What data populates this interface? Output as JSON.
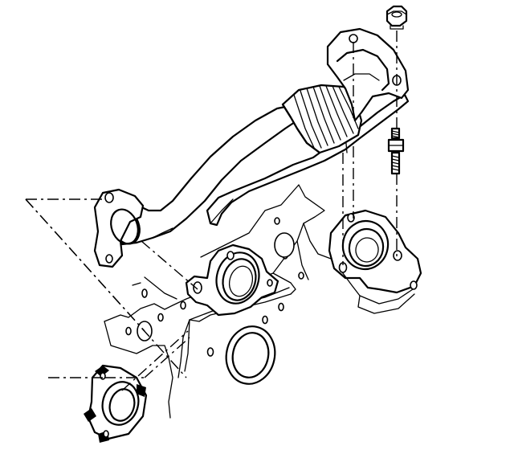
{
  "figure": {
    "kind": "exploded mechanical line drawing",
    "parts": [
      "crossover-pipe",
      "flex-bellows",
      "upper-mounting-flange",
      "left-pipe-flange",
      "heat-shield",
      "right-exhaust-manifold-outlet",
      "left-exhaust-manifold-outlet",
      "gasket",
      "engine-block-cover",
      "nut",
      "stud"
    ],
    "line_color": "#000000",
    "background_color": "#ffffff"
  }
}
